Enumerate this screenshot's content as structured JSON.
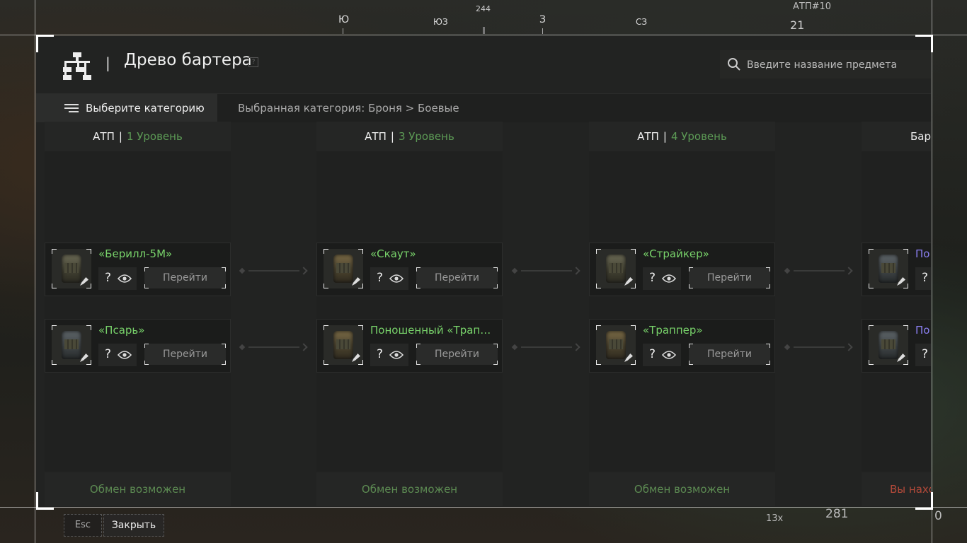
{
  "compass": {
    "labels": [
      "Ю",
      "ЮЗ",
      "З",
      "СЗ"
    ],
    "heading": "244"
  },
  "hud": {
    "atp_label": "АТП#10",
    "atp_value": "21",
    "count_label": "13x",
    "ammo": "281",
    "slot": "0"
  },
  "header": {
    "title": "Древо бартера",
    "separator": "|",
    "help": "?",
    "search_placeholder": "Введите название предмета"
  },
  "category": {
    "button_label": "Выберите категорию",
    "selected": "Выбранная категория: Броня > Боевые"
  },
  "columns": [
    {
      "atp": "АТП",
      "level": "1 Уровень",
      "footer": "Обмен возможен",
      "items": [
        {
          "name": "«Берилл-5М»",
          "q": "?",
          "go": "Перейти"
        },
        {
          "name": "«Псарь»",
          "q": "?",
          "go": "Перейти"
        }
      ]
    },
    {
      "atp": "АТП",
      "level": "3 Уровень",
      "footer": "Обмен возможен",
      "items": [
        {
          "name": "«Скаут»",
          "q": "?",
          "go": "Перейти"
        },
        {
          "name": "Поношенный «Траппе..",
          "q": "?",
          "go": "Перейти"
        }
      ]
    },
    {
      "atp": "АТП",
      "level": "4 Уровень",
      "footer": "Обмен возможен",
      "items": [
        {
          "name": "«Страйкер»",
          "q": "?",
          "go": "Перейти"
        },
        {
          "name": "«Траппер»",
          "q": "?",
          "go": "Перейти"
        }
      ]
    },
    {
      "atp": "Бар",
      "level": "",
      "footer": "Вы нахо",
      "items": [
        {
          "name": "По",
          "q": "?",
          "go": ""
        },
        {
          "name": "По",
          "q": "?",
          "go": ""
        }
      ]
    }
  ],
  "footer": {
    "esc": "Esc",
    "close": "Закрыть"
  },
  "colors": {
    "green": "#78d26a",
    "purple": "#8a7ff0",
    "level": "#5c9a55",
    "red": "#b44a3a"
  }
}
